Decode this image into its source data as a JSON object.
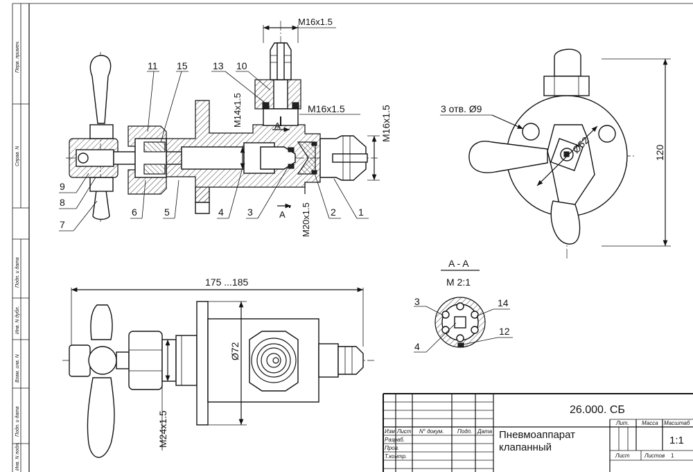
{
  "drawing": {
    "side_stamp": [
      "Перв. примен.",
      "Справ. N",
      "Подп. и дата",
      "Инв. N дубл.",
      "Взам. инв. N",
      "Подп. и дата",
      "Инв. N подл."
    ],
    "top_thread": "M16x1.5",
    "thread_right_upper": "M16x1.5",
    "thread_vertical_right": "M16x1.5",
    "thread_m14": "M14x1.5",
    "thread_m20": "M20x1.5",
    "thread_m24": "M24x1.5",
    "section_mark": "A",
    "dim_length": "175 ...185",
    "dim_d72": "Ø72",
    "dim_d52": "Ø52",
    "dim_holes": "3 отв. Ø9",
    "dim_120": "120",
    "section_title": "A - A",
    "section_scale": "M 2:1",
    "parts_main": [
      "1",
      "2",
      "3",
      "4",
      "5",
      "6",
      "7",
      "8",
      "9",
      "10",
      "11",
      "13",
      "15"
    ],
    "parts_section": [
      "3",
      "4",
      "12",
      "14"
    ]
  },
  "title_block": {
    "code": "26.000. СБ",
    "name_line1": "Пневмоаппарат",
    "name_line2": "клапанный",
    "scale": "1:1",
    "col_izm": "Изм",
    "col_list": "Лист",
    "col_dokum": "N° докум.",
    "col_podp": "Подп.",
    "col_data": "Дата",
    "row_razrab": "Разраб.",
    "row_prov": "Пров.",
    "row_tkontr": "Т.контр.",
    "hdr_lit": "Лит.",
    "hdr_massa": "Масса",
    "hdr_masshtab": "Масштаб",
    "footer_list": "Лист",
    "footer_listov": "Листов",
    "footer_listov_num": "1"
  }
}
